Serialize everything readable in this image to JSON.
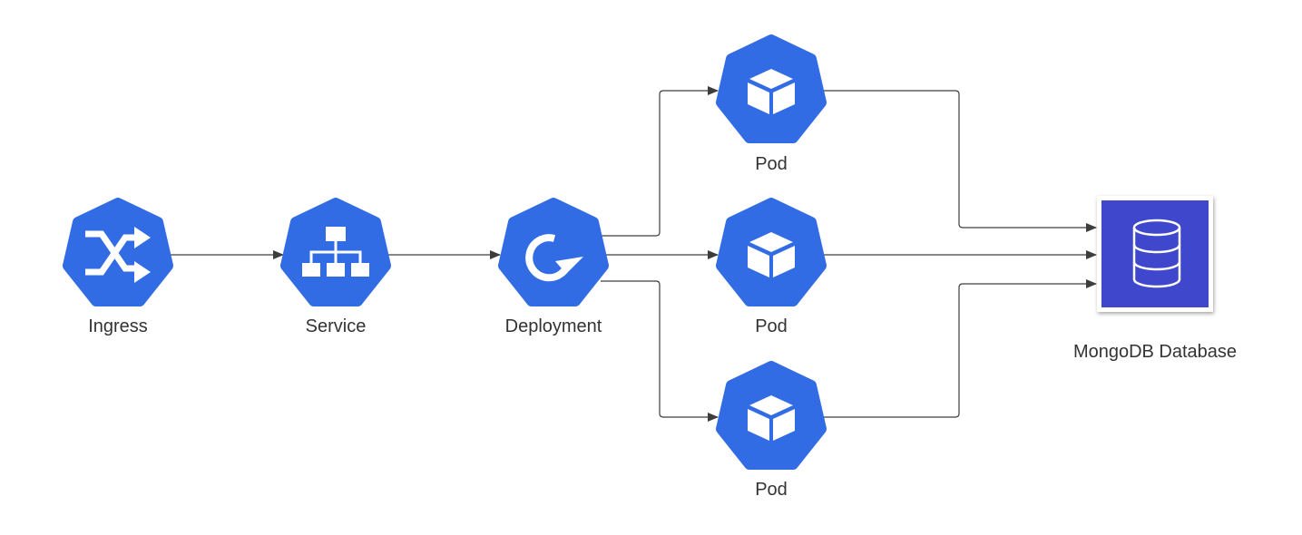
{
  "nodes": {
    "ingress": {
      "label": "Ingress",
      "icon": "ingress-shuffle-icon"
    },
    "service": {
      "label": "Service",
      "icon": "service-hierarchy-icon"
    },
    "deployment": {
      "label": "Deployment",
      "icon": "deployment-rotate-icon"
    },
    "pods": [
      {
        "label": "Pod",
        "icon": "pod-cube-icon"
      },
      {
        "label": "Pod",
        "icon": "pod-cube-icon"
      },
      {
        "label": "Pod",
        "icon": "pod-cube-icon"
      }
    ],
    "database": {
      "label": "MongoDB Database",
      "icon": "database-cylinder-icon"
    }
  },
  "colors": {
    "k8s_blue": "#326ce5",
    "db_fill": "#3f48cc",
    "icon_white": "#ffffff",
    "connector": "#3d3d3d",
    "label_text": "#333333"
  }
}
